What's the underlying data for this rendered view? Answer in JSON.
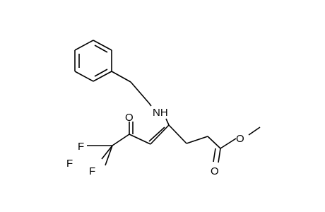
{
  "molecule": {
    "atoms": {
      "nh": "NH",
      "ketone_o": "O",
      "ester_carbonyl_o": "O",
      "ester_ether_o": "O",
      "f_top": "F",
      "f_left": "F",
      "f_bottom": "F"
    },
    "colors": {
      "bond": "#000000",
      "label": "#000000",
      "background": "#ffffff"
    }
  }
}
